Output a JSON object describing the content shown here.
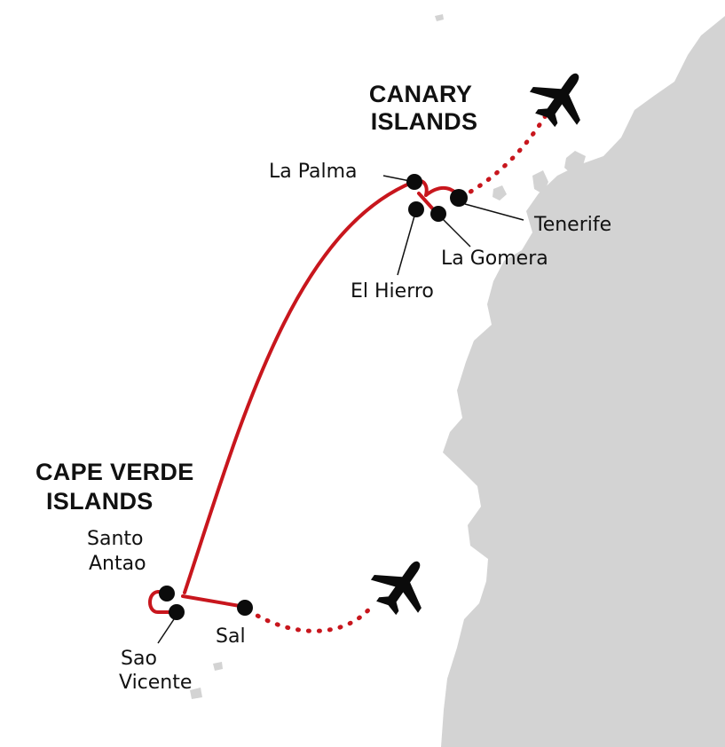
{
  "map": {
    "colors": {
      "route": "#c8161d",
      "land": "#d3d3d3",
      "marker": "#0b0b0b",
      "text": "#111111",
      "background": "#ffffff"
    },
    "regions": {
      "canary": {
        "line1": "CANARY",
        "line2": "ISLANDS"
      },
      "cape_verde": {
        "line1": "CAPE VERDE",
        "line2": "ISLANDS"
      }
    },
    "stops": {
      "la_palma": "La Palma",
      "tenerife": "Tenerife",
      "la_gomera": "La Gomera",
      "el_hierro": "El Hierro",
      "santo_antao": {
        "line1": "Santo",
        "line2": "Antao"
      },
      "sao_vicente": {
        "line1": "Sao",
        "line2": "Vicente"
      },
      "sal": "Sal"
    },
    "icons": {
      "flight_arrival": "airplane-icon",
      "flight_departure": "airplane-icon"
    }
  }
}
